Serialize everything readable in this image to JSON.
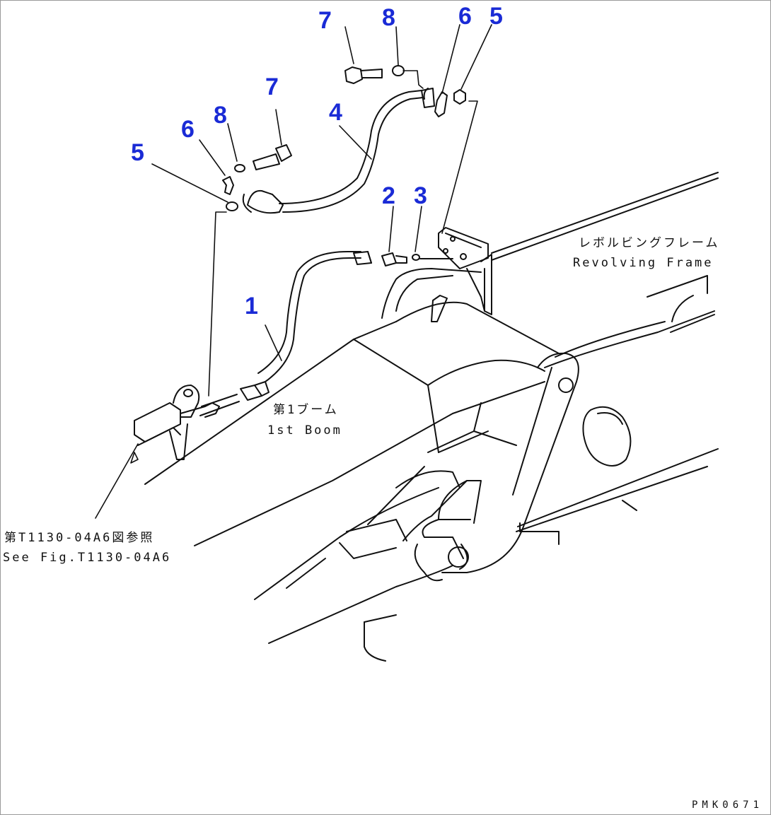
{
  "drawing_code": "PMK0671",
  "callouts": {
    "c1": "1",
    "c2": "2",
    "c3": "3",
    "c4": "4",
    "c5_left": "5",
    "c5_right": "5",
    "c6_left": "6",
    "c6_right": "6",
    "c7_top": "7",
    "c7_mid": "7",
    "c8_top": "8",
    "c8_mid": "8"
  },
  "labels": {
    "revolving_frame_jp": "レボルビングフレーム",
    "revolving_frame_en": "Revolving Frame",
    "boom_jp": "第1ブーム",
    "boom_en": "1st Boom",
    "ref_jp": "第T1130-04A6図参照",
    "ref_en": "See Fig.T1130-04A6"
  },
  "colors": {
    "callout": "#1a2bd6",
    "line": "#111111",
    "border": "#9a9a9a"
  }
}
